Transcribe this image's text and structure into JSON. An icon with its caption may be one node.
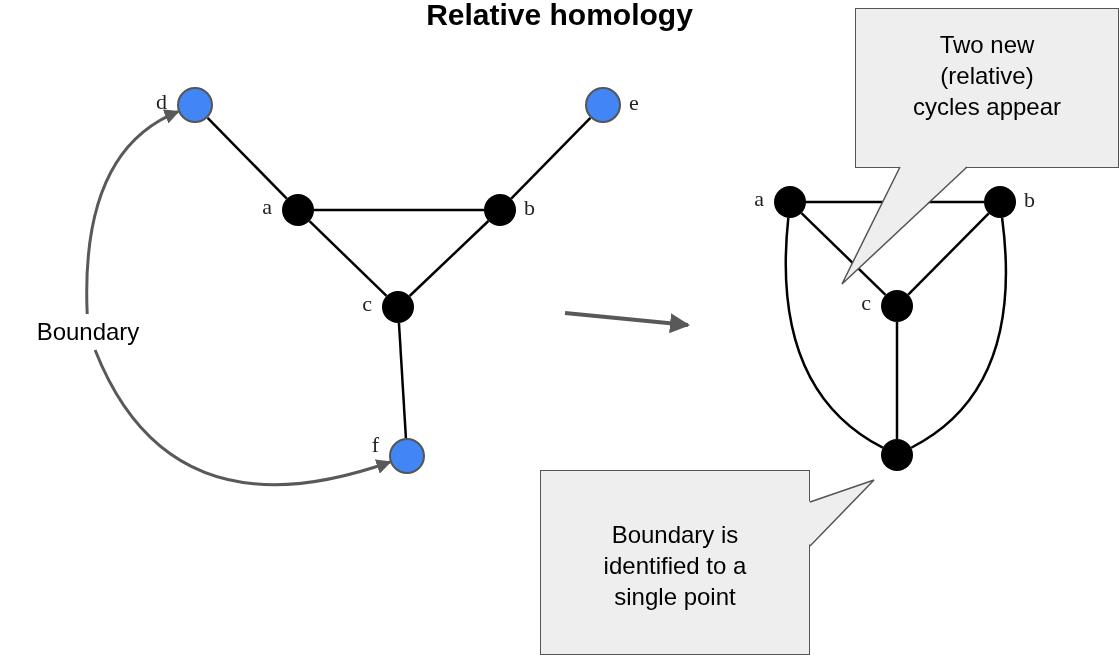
{
  "diagram": {
    "title": "Relative homology",
    "nodes": [
      {
        "text": [],
        "shape": "circle",
        "beside": [
          "d"
        ]
      },
      {
        "text": [],
        "shape": "circle",
        "beside": [
          "e"
        ]
      },
      {
        "text": [],
        "shape": "circle",
        "beside": [
          "a"
        ]
      },
      {
        "text": [],
        "shape": "circle",
        "beside": [
          "b"
        ]
      },
      {
        "text": [],
        "shape": "circle",
        "beside": [
          "c"
        ]
      },
      {
        "text": [],
        "shape": "circle",
        "beside": [
          "f"
        ]
      },
      {
        "text": [
          "Boundary"
        ]
      },
      {
        "text": [],
        "shape": "circle",
        "beside": [
          "a"
        ]
      },
      {
        "text": [],
        "shape": "circle",
        "beside": [
          "b"
        ]
      },
      {
        "text": [],
        "shape": "circle",
        "beside": [
          "c"
        ]
      },
      {
        "text": [],
        "shape": "circle"
      },
      {
        "text": [
          "Two new (relative) cycles appear"
        ]
      },
      {
        "text": [
          "Boundary is identified to a single point"
        ]
      }
    ],
    "edges": [
      {
        "from": 0,
        "to": 2,
        "arrow": "none"
      },
      {
        "from": 1,
        "to": 3,
        "arrow": "none"
      },
      {
        "from": 2,
        "to": 3,
        "arrow": "none"
      },
      {
        "from": 2,
        "to": 4,
        "arrow": "none"
      },
      {
        "from": 3,
        "to": 4,
        "arrow": "none"
      },
      {
        "from": 4,
        "to": 5,
        "arrow": "none"
      },
      {
        "from": 6,
        "to": 0,
        "arrow": "to",
        "color": "#595959"
      },
      {
        "from": 6,
        "to": 5,
        "arrow": "to",
        "color": "#595959"
      },
      {
        "from": 7,
        "to": 8,
        "arrow": "none"
      },
      {
        "from": 7,
        "to": 9,
        "arrow": "none"
      },
      {
        "from": 8,
        "to": 9,
        "arrow": "none"
      },
      {
        "from": 9,
        "to": 10,
        "arrow": "none"
      },
      {
        "from": 7,
        "to": 10,
        "arrow": "none"
      },
      {
        "from": 8,
        "to": 10,
        "arrow": "none"
      }
    ]
  }
}
